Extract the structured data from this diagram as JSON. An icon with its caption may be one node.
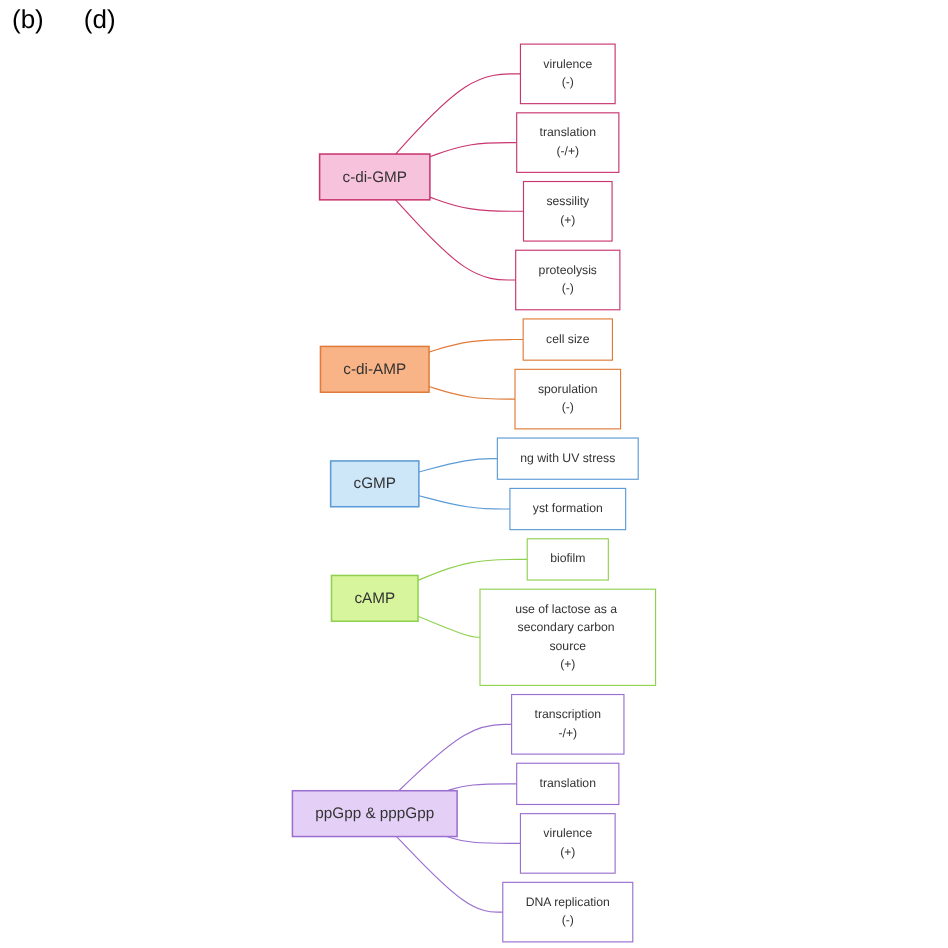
{
  "diagram": {
    "nodes": [
      {
        "text": [
          "c-di-GMP"
        ]
      },
      {
        "text": [
          "virulence",
          "(-)"
        ]
      },
      {
        "text": [
          "translation",
          "(-/+)"
        ]
      },
      {
        "text": [
          "sessility",
          "(+)"
        ]
      },
      {
        "text": [
          "proteolysis",
          "(-)"
        ]
      },
      {
        "text": [
          "c-di-AMP"
        ]
      },
      {
        "text": [
          "cell size"
        ]
      },
      {
        "text": [
          "sporulation",
          "(-)"
        ]
      },
      {
        "text": [
          "cGMP"
        ]
      },
      {
        "text": [
          "ng with UV stress"
        ]
      },
      {
        "text": [
          "yst formation"
        ]
      },
      {
        "text": [
          "cAMP"
        ]
      },
      {
        "text": [
          "biofilm"
        ]
      },
      {
        "text": [
          "use of lactose as a secondary carbon source",
          "(+)"
        ]
      },
      {
        "text": [
          "ppGpp & pppGpp"
        ]
      },
      {
        "text": [
          "transcription",
          "-/+)"
        ]
      },
      {
        "text": [
          "translation"
        ]
      },
      {
        "text": [
          "virulence",
          "(+)"
        ]
      },
      {
        "text": [
          "DNA replication",
          "(-)"
        ]
      }
    ],
    "edges": [
      {
        "from": 0,
        "to": 1,
        "arrow": "none",
        "color": "#c9356f"
      },
      {
        "from": 0,
        "to": 2,
        "arrow": "none",
        "color": "#c9356f"
      },
      {
        "from": 0,
        "to": 3,
        "arrow": "none",
        "color": "#c9356f"
      },
      {
        "from": 0,
        "to": 4,
        "arrow": "none",
        "color": "#c9356f"
      },
      {
        "from": 5,
        "to": 6,
        "arrow": "none",
        "color": "#e07b39"
      },
      {
        "from": 5,
        "to": 7,
        "arrow": "none",
        "color": "#e07b39"
      },
      {
        "from": 8,
        "to": 9,
        "arrow": "none",
        "color": "#5b9bd5"
      },
      {
        "from": 8,
        "to": 10,
        "arrow": "none",
        "color": "#5b9bd5"
      },
      {
        "from": 11,
        "to": 12,
        "arrow": "none",
        "color": "#8fd14f"
      },
      {
        "from": 11,
        "to": 13,
        "arrow": "none",
        "color": "#8fd14f"
      },
      {
        "from": 14,
        "to": 15,
        "arrow": "none",
        "color": "#9b6fcf"
      },
      {
        "from": 14,
        "to": 16,
        "arrow": "none",
        "color": "#9b6fcf"
      },
      {
        "from": 14,
        "to": 17,
        "arrow": "none",
        "color": "#9b6fcf"
      },
      {
        "from": 14,
        "to": 18,
        "arrow": "none",
        "color": "#9b6fcf"
      }
    ],
    "labels": [
      "(b)",
      "(d)"
    ]
  }
}
